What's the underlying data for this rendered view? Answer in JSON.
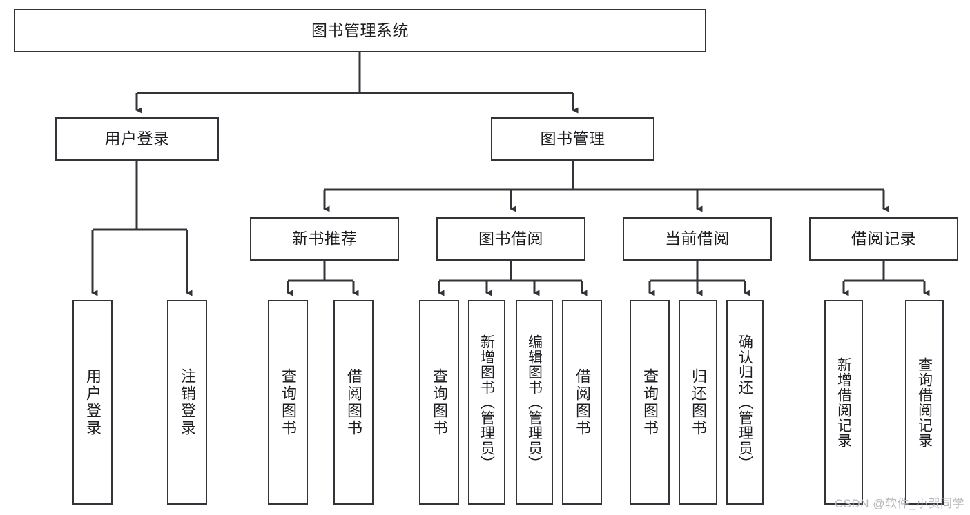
{
  "diagram": {
    "title": "图书管理系统",
    "type": "tree",
    "watermark": "CSDN @软件_小贺同学",
    "colors": {
      "box_border": "#32343a",
      "box_fill": "#ffffff",
      "connector": "#32343a",
      "text": "#1d1d21",
      "watermark": "#b9b9bd",
      "background": "#ffffff"
    },
    "levels": {
      "root": {
        "label": "图书管理系统"
      },
      "level2": [
        {
          "label": "用户登录"
        },
        {
          "label": "图书管理"
        }
      ],
      "level3": [
        {
          "label": "新书推荐"
        },
        {
          "label": "图书借阅"
        },
        {
          "label": "当前借阅"
        },
        {
          "label": "借阅记录"
        }
      ],
      "leaves": [
        {
          "label": "用户登录",
          "parent": "用户登录"
        },
        {
          "label": "注销登录",
          "parent": "用户登录"
        },
        {
          "label": "查询图书",
          "parent": "新书推荐"
        },
        {
          "label": "借阅图书",
          "parent": "新书推荐"
        },
        {
          "label": "查询图书",
          "parent": "图书借阅"
        },
        {
          "label": "新增图书（管理员）",
          "parent": "图书借阅"
        },
        {
          "label": "编辑图书（管理员）",
          "parent": "图书借阅"
        },
        {
          "label": "借阅图书",
          "parent": "图书借阅"
        },
        {
          "label": "查询图书",
          "parent": "当前借阅"
        },
        {
          "label": "归还图书",
          "parent": "当前借阅"
        },
        {
          "label": "确认归还（管理员）",
          "parent": "当前借阅"
        },
        {
          "label": "新增借阅记录",
          "parent": "借阅记录"
        },
        {
          "label": "查询借阅记录",
          "parent": "借阅记录"
        }
      ]
    }
  }
}
